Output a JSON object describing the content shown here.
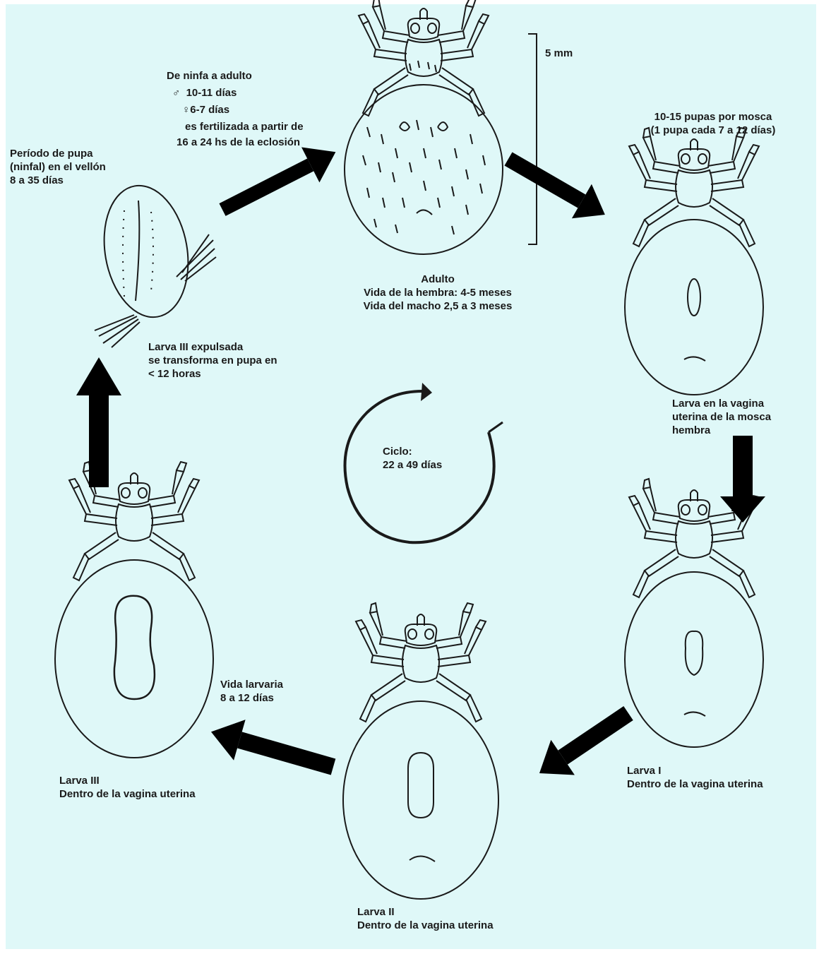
{
  "colors": {
    "background": "#dff8f8",
    "ink": "#1a1a1a",
    "arrow": "#000000"
  },
  "scale_bar": "5 mm",
  "cycle": {
    "line1": "Ciclo:",
    "line2": "22 a 49 días"
  },
  "adult": {
    "title": "Adulto",
    "female_life": "Vida de la hembra: 4-5 meses",
    "male_life": "Vida del macho 2,5 a 3 meses"
  },
  "nymph_to_adult": {
    "title": "De ninfa a adulto",
    "male_symbol": "♂",
    "male_days": "10-11 días",
    "female_symbol": "♀",
    "female_days": "6-7 días",
    "fert1": "es fertilizada a partir de",
    "fert2": "16 a 24 hs de la eclosión"
  },
  "pupa_period": {
    "line1": "Período de pupa",
    "line2": "(ninfal) en el vellón",
    "line3": "8 a 35 días"
  },
  "pupae_per_fly": {
    "line1": "10-15 pupas por mosca",
    "line2": "(1 pupa cada 7 a 12 días)"
  },
  "larva_vagina": {
    "line1": "Larva en la vagina",
    "line2": "uterina de la mosca",
    "line3": "hembra"
  },
  "larva3_expelled": {
    "line1": "Larva III expulsada",
    "line2": "se transforma en pupa en",
    "line3": "< 12 horas"
  },
  "larval_life": {
    "line1": "Vida larvaria",
    "line2": "8 a 12 días"
  },
  "larva1": {
    "title": "Larva I",
    "desc": "Dentro de la vagina uterina"
  },
  "larva2": {
    "title": "Larva II",
    "desc": "Dentro de la vagina uterina"
  },
  "larva3": {
    "title": "Larva III",
    "desc": "Dentro de la vagina uterina"
  }
}
